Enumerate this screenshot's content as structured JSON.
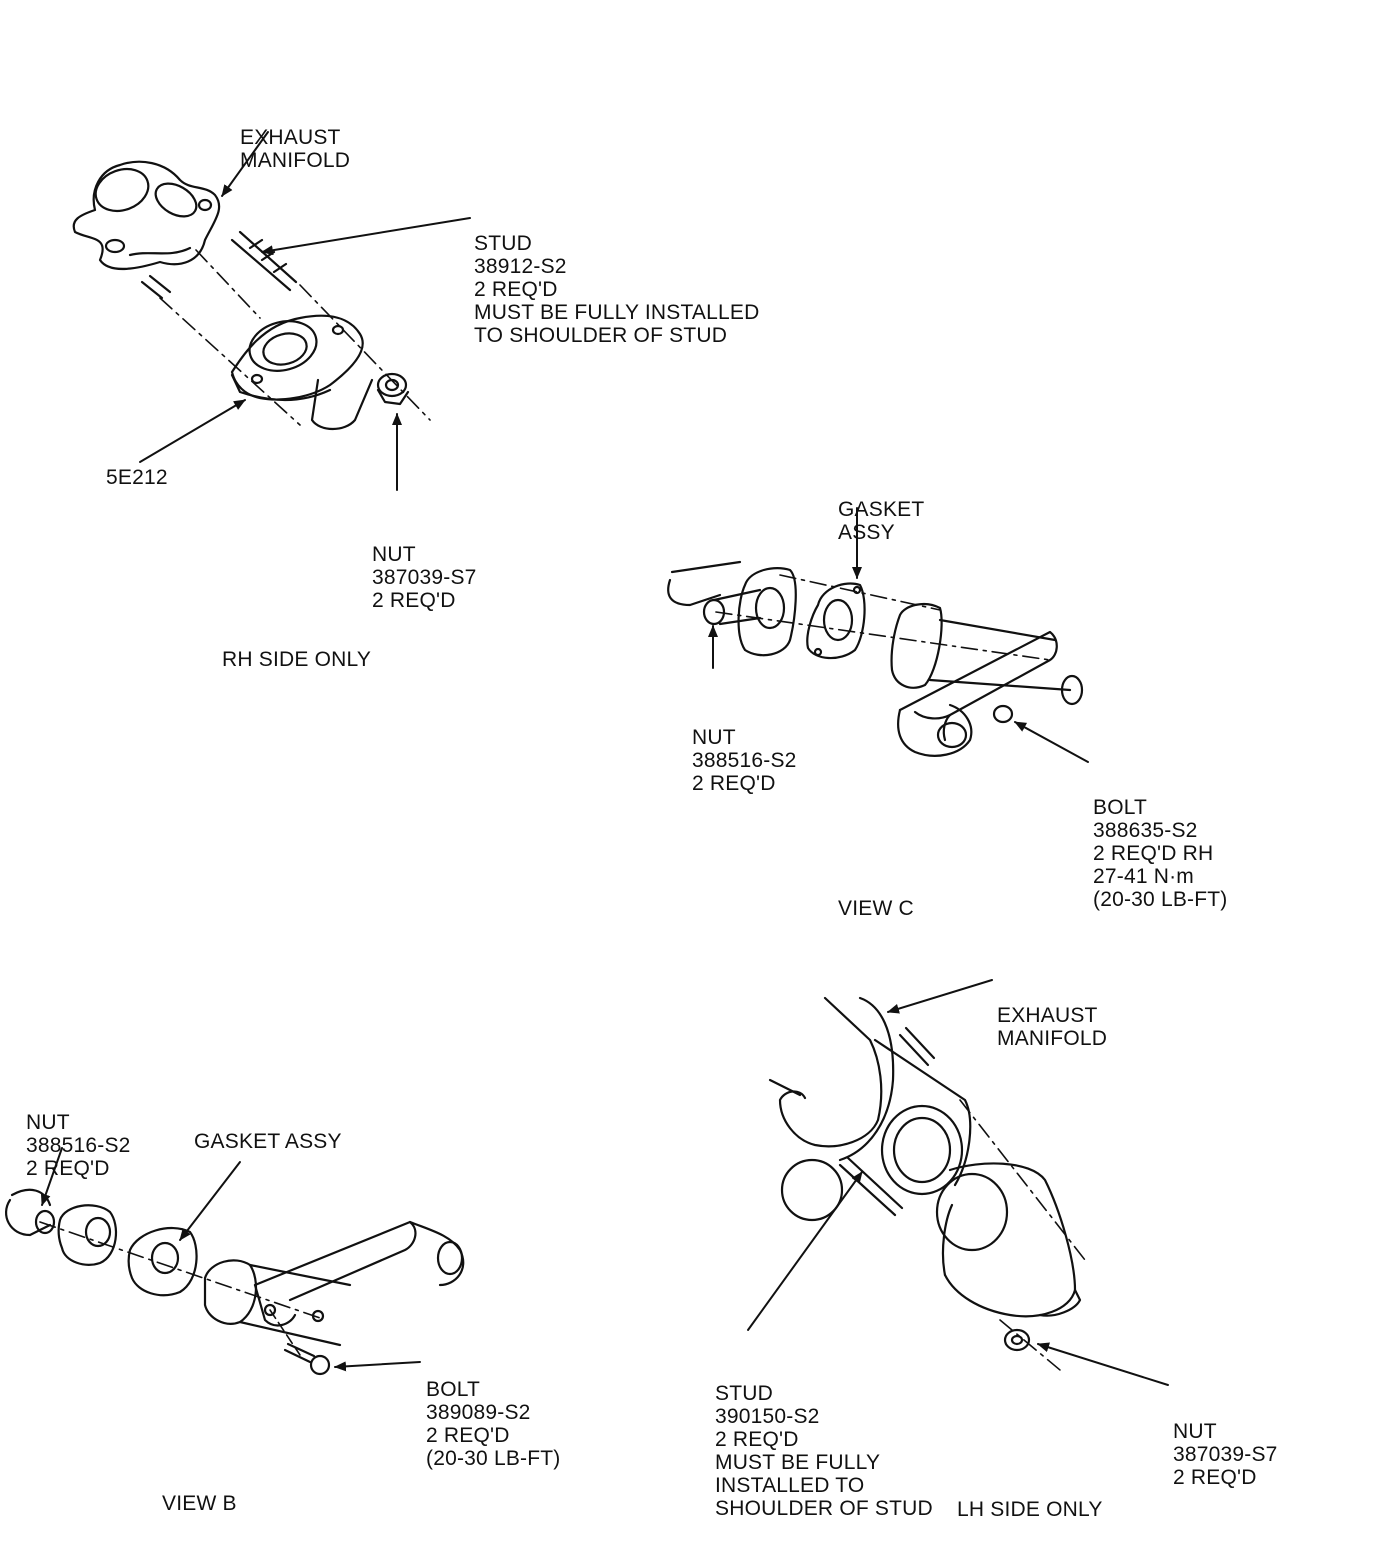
{
  "rh_side": {
    "manifold_label": [
      "EXHAUST",
      "MANIFOLD"
    ],
    "stud_label": [
      "STUD",
      "38912-S2",
      "2 REQ'D",
      "MUST BE FULLY INSTALLED",
      "TO SHOULDER OF STUD"
    ],
    "part_label": "5E212",
    "nut_label": [
      "NUT",
      "387039-S7",
      "2 REQ'D"
    ],
    "caption": "RH SIDE ONLY"
  },
  "view_c": {
    "gasket_label": [
      "GASKET",
      "ASSY"
    ],
    "nut_label": [
      "NUT",
      "388516-S2",
      "2 REQ'D"
    ],
    "bolt_label": [
      "BOLT",
      "388635-S2",
      "2 REQ'D RH",
      "27-41 N·m",
      "(20-30 LB-FT)"
    ],
    "caption": "VIEW C"
  },
  "view_b": {
    "nut_label": [
      "NUT",
      "388516-S2",
      "2 REQ'D"
    ],
    "gasket_label": "GASKET ASSY",
    "bolt_label": [
      "BOLT",
      "389089-S2",
      "2 REQ'D",
      "(20-30 LB-FT)"
    ],
    "caption": "VIEW B"
  },
  "lh_side": {
    "manifold_label": [
      "EXHAUST",
      "MANIFOLD"
    ],
    "stud_label": [
      "STUD",
      "390150-S2",
      "2 REQ'D",
      "MUST BE FULLY",
      "INSTALLED TO",
      "SHOULDER OF STUD"
    ],
    "nut_label": [
      "NUT",
      "387039-S7",
      "2 REQ'D"
    ],
    "caption": "LH SIDE ONLY"
  }
}
